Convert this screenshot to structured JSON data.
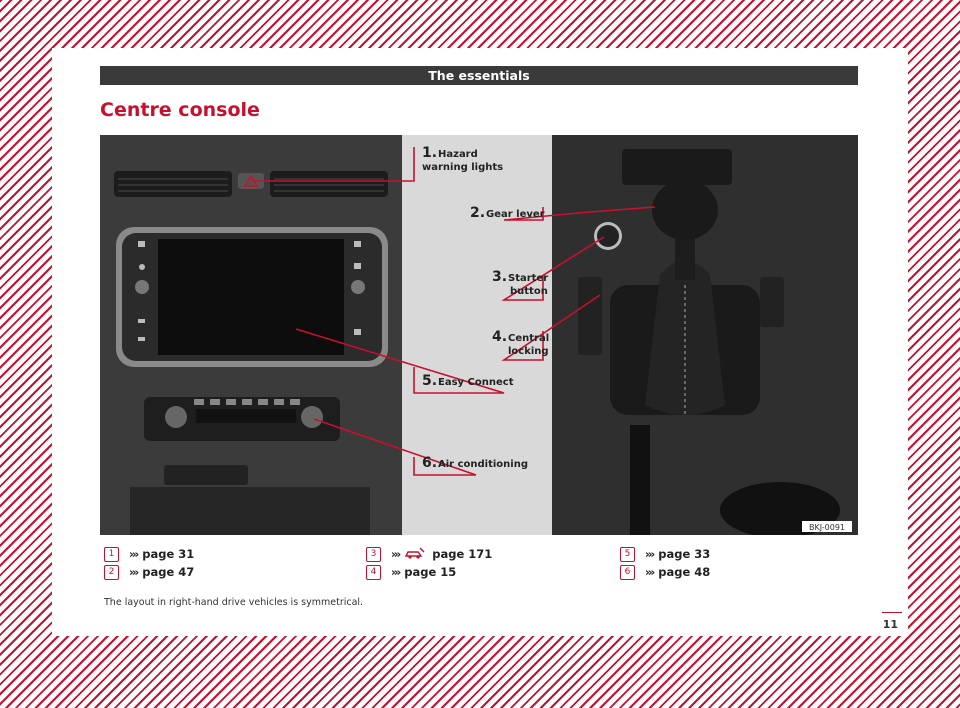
{
  "header": {
    "section_title": "The essentials"
  },
  "page_title": "Centre console",
  "figure": {
    "code": "BKJ-0091",
    "callouts": [
      {
        "number": "1.",
        "line1": "Hazard",
        "line2": "warning lights"
      },
      {
        "number": "2.",
        "line1": "Gear lever",
        "line2": ""
      },
      {
        "number": "3.",
        "line1": "Starter",
        "line2": "button"
      },
      {
        "number": "4.",
        "line1": "Central",
        "line2": "locking"
      },
      {
        "number": "5.",
        "line1": "Easy Connect",
        "line2": ""
      },
      {
        "number": "6.",
        "line1": "Air conditioning",
        "line2": ""
      }
    ],
    "colors": {
      "panel": "#d9d9d9",
      "accent": "#c8102e"
    }
  },
  "references": [
    {
      "num": "1",
      "arrow": "›››",
      "page": "page 31",
      "icon": ""
    },
    {
      "num": "2",
      "arrow": "›››",
      "page": "page 47",
      "icon": ""
    },
    {
      "num": "3",
      "arrow": "›››",
      "page": "page 171",
      "icon": "car-tools-icon"
    },
    {
      "num": "4",
      "arrow": "›››",
      "page": "page 15",
      "icon": ""
    },
    {
      "num": "5",
      "arrow": "›››",
      "page": "page 33",
      "icon": ""
    },
    {
      "num": "6",
      "arrow": "›››",
      "page": "page 48",
      "icon": ""
    }
  ],
  "note": "The layout in right-hand drive vehicles is symmetrical.",
  "page_number": "11"
}
